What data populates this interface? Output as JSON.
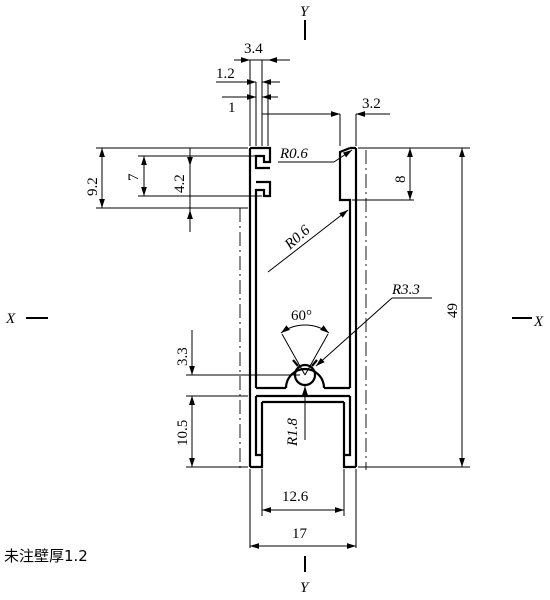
{
  "axes": {
    "y_top": "Y",
    "y_bottom": "Y",
    "x_left": "X",
    "x_right": "X"
  },
  "dimensions": {
    "top_3_4": "3.4",
    "top_1_2": "1.2",
    "top_1": "1",
    "top_3_2": "3.2",
    "left_9_2": "9.2",
    "left_7": "7",
    "left_4_2": "4.2",
    "right_8": "8",
    "overall_height": "49",
    "lower_3_3": "3.3",
    "lower_10_5": "10.5",
    "inner_width": "12.6",
    "overall_width": "17"
  },
  "radii": {
    "r_top": "R0.6",
    "r_diag": "R0.6",
    "r_hole": "R3.3",
    "r_small": "R1.8"
  },
  "angle": "60°",
  "note": "未注壁厚1.2"
}
